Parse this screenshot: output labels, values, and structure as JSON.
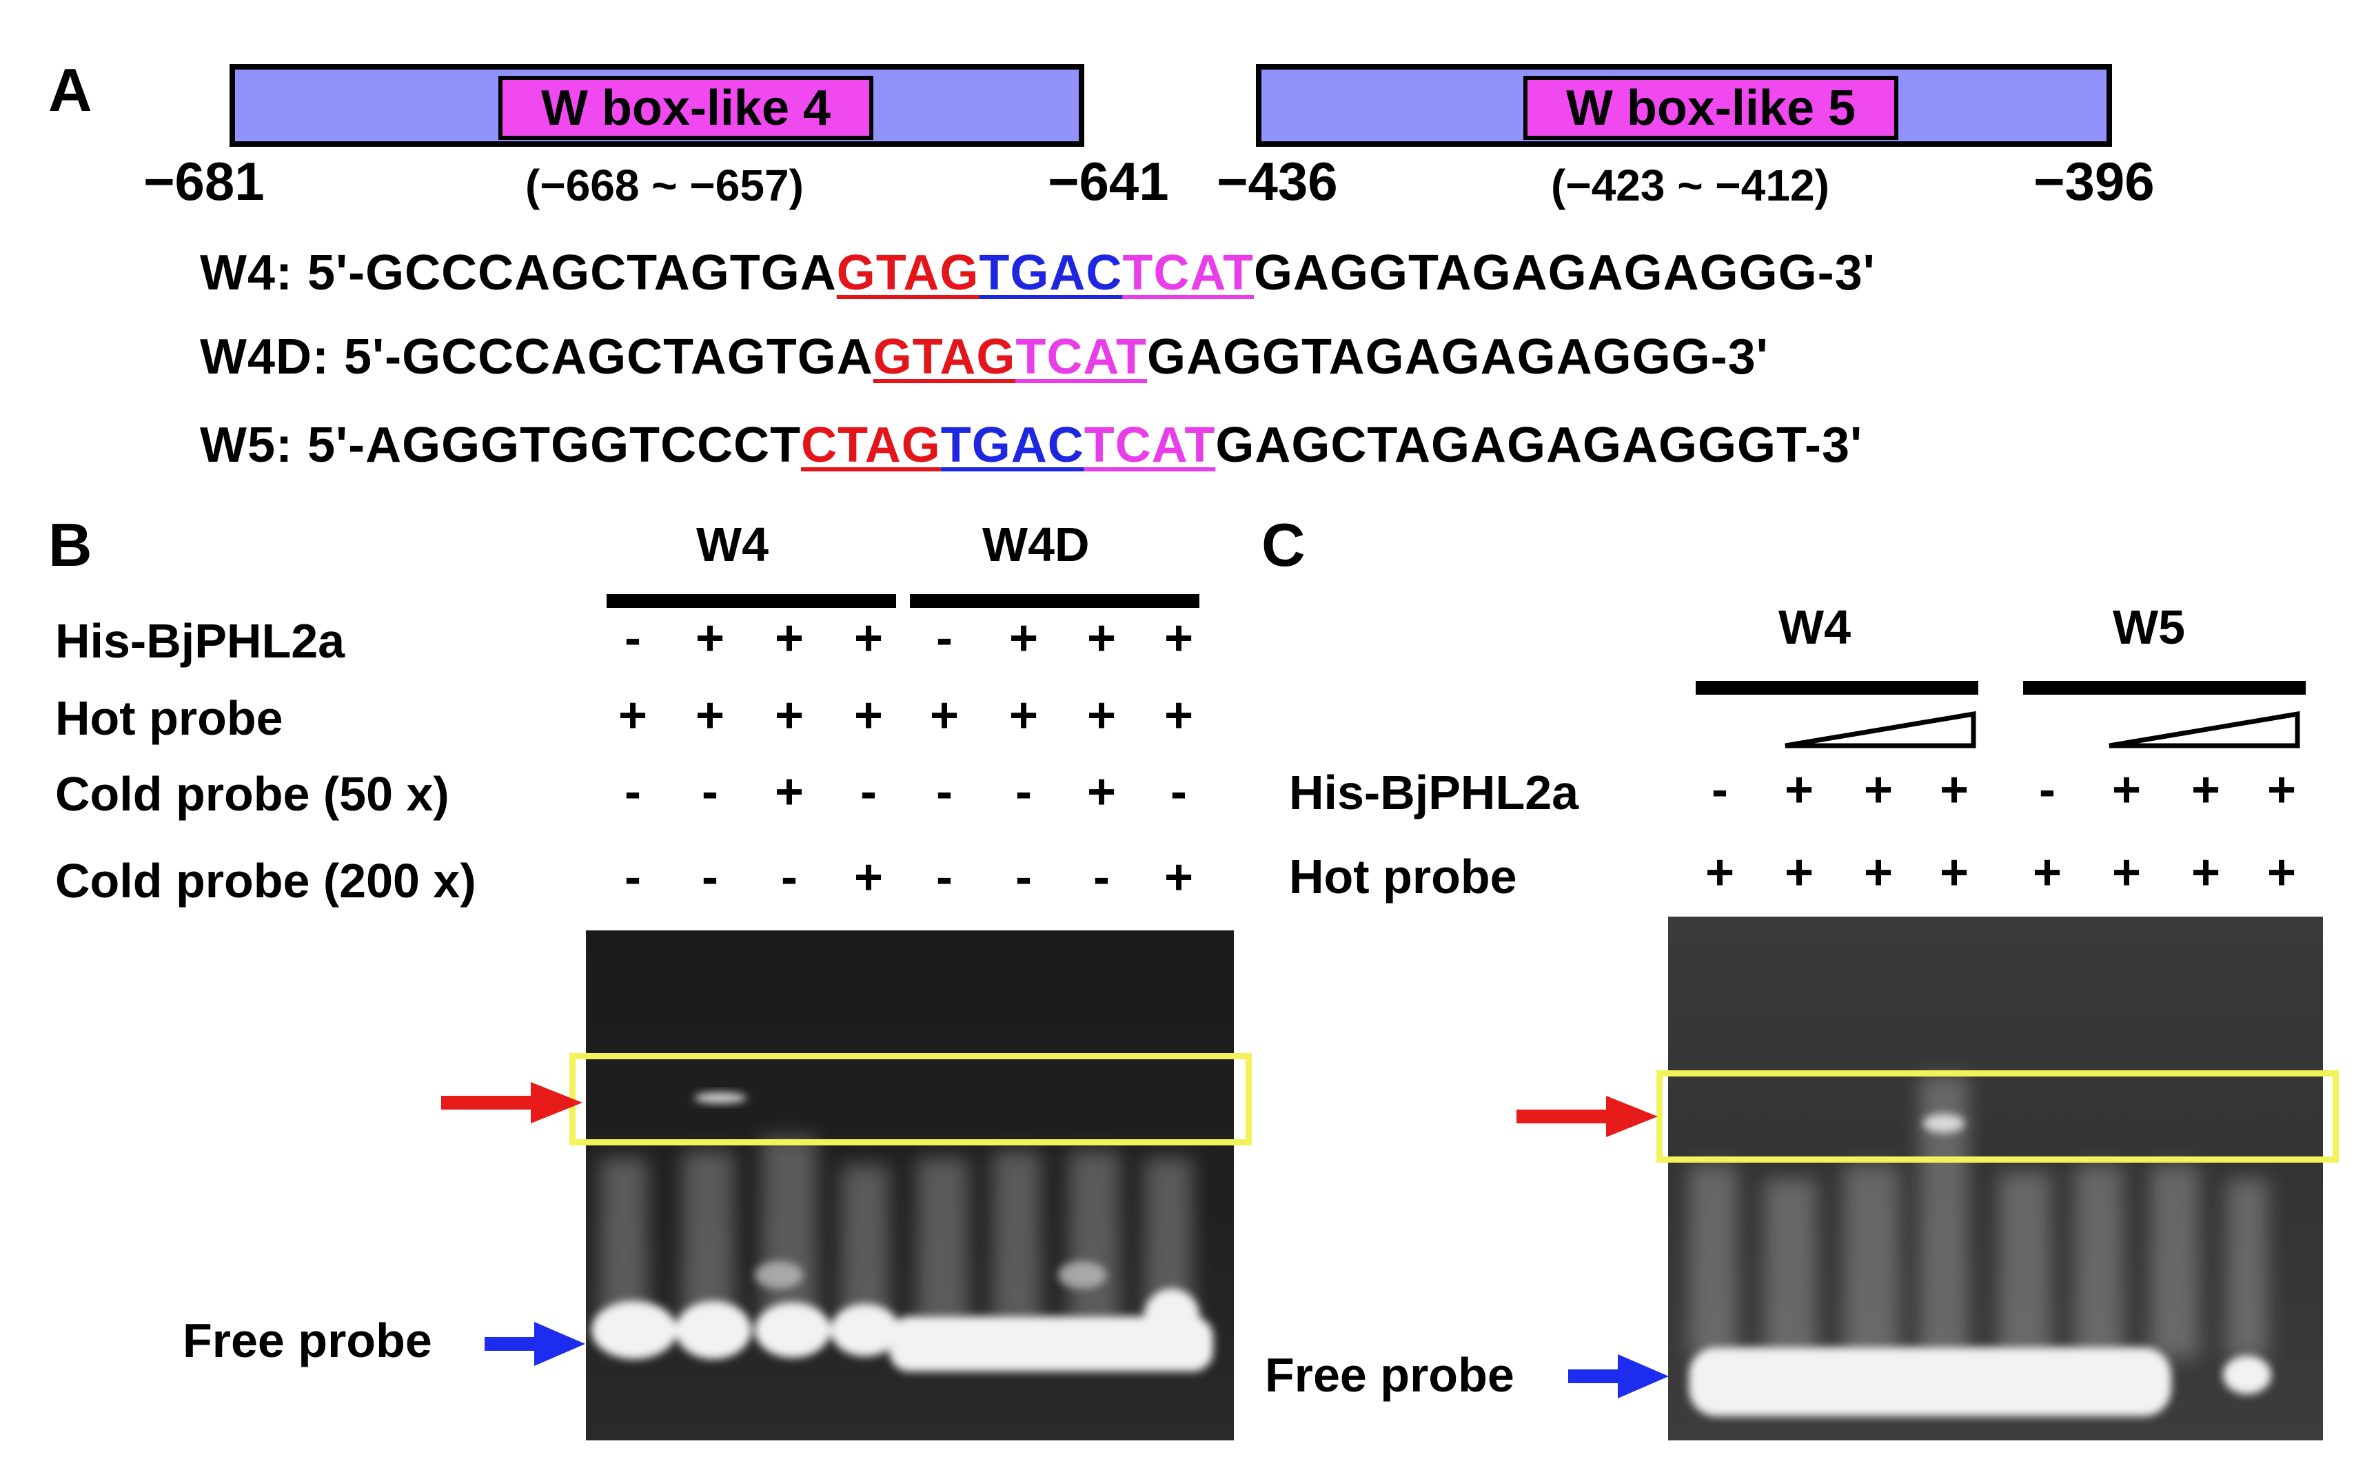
{
  "panelA": {
    "letter": "A",
    "boxes": [
      {
        "label": "W box-like 4",
        "start": "−681",
        "end": "−641",
        "range": "(−668 ~ −657)"
      },
      {
        "label": "W box-like 5",
        "start": "−436",
        "end": "−396",
        "range": "(−423 ~ −412)"
      }
    ],
    "colors": {
      "bar": "#9193fa",
      "wbox": "#f049f0",
      "red": "#e3151b",
      "blue": "#1f26e0",
      "magenta": "#e83de8"
    },
    "sequences": [
      {
        "name": "W4:",
        "prefix": "5'-GCCCAGCTAGTGA",
        "red": "GTAG",
        "blue": "TGAC",
        "magenta": "TCAT",
        "suffix": "GAGGTAGAGAGAGGG-3'"
      },
      {
        "name": "W4D:",
        "prefix": "5'-GCCCAGCTAGTGA",
        "red": "GTAG",
        "blue": "",
        "magenta": "TCAT",
        "suffix": "GAGGTAGAGAGAGGG-3'"
      },
      {
        "name": "W5:",
        "prefix": "5'-AGGGTGGTCCCT",
        "red": "CTAG",
        "blue": "TGAC",
        "magenta": "TCAT",
        "suffix": "GAGCTAGAGAGAGGGT-3'"
      }
    ]
  },
  "panelB": {
    "letter": "B",
    "groups": [
      "W4",
      "W4D"
    ],
    "rows": [
      {
        "label": "His-BjPHL2a",
        "signs": [
          "-",
          "+",
          "+",
          "+",
          "-",
          "+",
          "+",
          "+"
        ]
      },
      {
        "label": "Hot probe",
        "signs": [
          "+",
          "+",
          "+",
          "+",
          "+",
          "+",
          "+",
          "+"
        ]
      },
      {
        "label": "Cold probe (50 x)",
        "signs": [
          "-",
          "-",
          "+",
          "-",
          "-",
          "-",
          "+",
          "-"
        ]
      },
      {
        "label": "Cold probe (200 x)",
        "signs": [
          "-",
          "-",
          "-",
          "+",
          "-",
          "-",
          "-",
          "+"
        ]
      }
    ],
    "free_probe": "Free probe"
  },
  "panelC": {
    "letter": "C",
    "groups": [
      "W4",
      "W5"
    ],
    "rows": [
      {
        "label": "His-BjPHL2a",
        "signs": [
          "-",
          "+",
          "+",
          "+",
          "-",
          "+",
          "+",
          "+"
        ]
      },
      {
        "label": "Hot probe",
        "signs": [
          "+",
          "+",
          "+",
          "+",
          "+",
          "+",
          "+",
          "+"
        ]
      }
    ],
    "free_probe": "Free probe"
  },
  "arrow_colors": {
    "shift": "#e81b1b",
    "free": "#1e2cf0"
  },
  "highlight_color": "#f2f25a"
}
